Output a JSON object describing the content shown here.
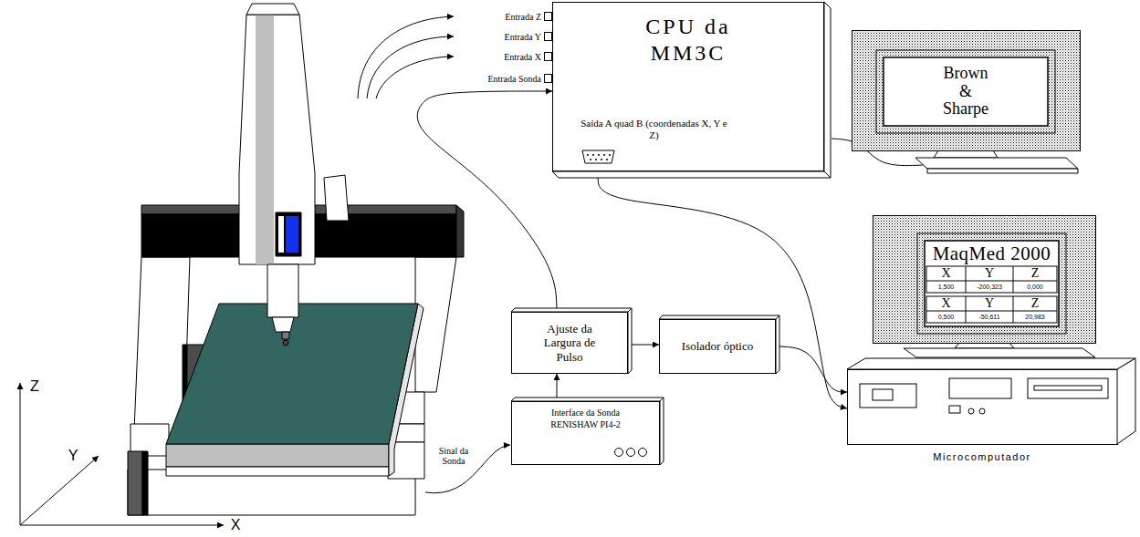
{
  "diagram": {
    "nodes": [
      {
        "text": [
          "CPU da MM3C",
          "Saída A quad B (coordenadas X, Y e Z)"
        ]
      },
      {
        "text": [
          "Brown & Sharpe"
        ]
      },
      {
        "text": [
          "MaqMed 2000"
        ]
      },
      {
        "text": [
          "Ajuste da Largura de Pulso"
        ]
      },
      {
        "text": [
          "Isolador óptico"
        ]
      },
      {
        "text": [
          "Microcomputador"
        ]
      },
      {
        "text": [
          "Interface da Sonda RENISHAW PI4-2"
        ]
      }
    ],
    "edges": [
      {
        "from": 0,
        "to": 1,
        "arrow": "none"
      },
      {
        "from": 0,
        "to": 5,
        "arrow": "to"
      },
      {
        "from": 3,
        "to": 0,
        "arrow": "to"
      },
      {
        "from": 3,
        "to": 4,
        "arrow": "to"
      },
      {
        "from": 4,
        "to": 5,
        "arrow": "to"
      },
      {
        "from": 6,
        "to": 3,
        "arrow": "to"
      }
    ],
    "labels": [
      "Entrada Z",
      "Entrada Y",
      "Entrada X",
      "Entrada Sonda",
      "X",
      "Y",
      "Z",
      "1,500",
      "-200,323",
      "0,000",
      "X",
      "Y",
      "Z",
      "0,500",
      "-50,611",
      "20,983",
      "Sinal da Sonda",
      "Z",
      "Y",
      "X"
    ]
  }
}
